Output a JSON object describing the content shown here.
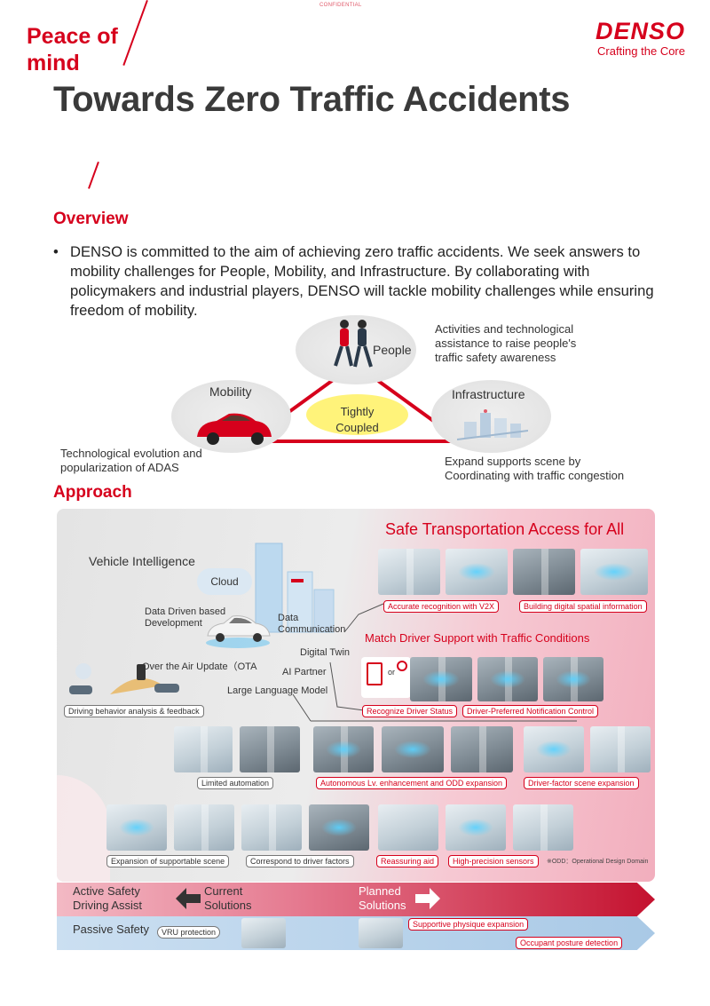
{
  "header": {
    "confidential": "CONFIDENTIAL",
    "peace_of_mind": "Peace of\nmind",
    "brand": "DENSO",
    "tagline": "Crafting the Core",
    "title": "Towards Zero Traffic Accidents"
  },
  "overview": {
    "heading": "Overview",
    "text": "DENSO is committed to the aim of achieving zero traffic accidents. We seek answers to mobility challenges for People, Mobility, and Infrastructure. By collaborating with policymakers and industrial players, DENSO will tackle mobility challenges while ensuring freedom of mobility."
  },
  "triangle": {
    "people": "People",
    "mobility": "Mobility",
    "infrastructure": "Infrastructure",
    "center_line1": "Tightly",
    "center_line2": "Coupled",
    "people_desc": "Activities and technological assistance to raise people's traffic safety awareness",
    "mobility_desc": "Technological evolution and popularization of ADAS",
    "infra_desc": "Expand supports scene by Coordinating with traffic congestion"
  },
  "approach": {
    "heading": "Approach",
    "safe_title": "Safe Transportation Access for All",
    "match_title": "Match Driver Support with Traffic Conditions",
    "vehicle_intelligence": "Vehicle Intelligence",
    "cloud": "Cloud",
    "data_driven": "Data Driven based Development",
    "data_comm": "Data Communication",
    "digital_twin": "Digital Twin",
    "ota": "Over the Air Update（OTA",
    "ai_partner": "AI Partner",
    "llm": "Large Language Model",
    "ota_note": "or",
    "labels": {
      "v2x": "Accurate recognition with V2X",
      "digital_spatial": "Building digital spatial information",
      "driving_behavior": "Driving behavior analysis & feedback",
      "recognize_status": "Recognize Driver Status",
      "preferred_notif": "Driver-Preferred Notification Control",
      "limited_auto": "Limited automation",
      "autonomous": "Autonomous Lv. enhancement and ODD expansion",
      "driver_factor": "Driver-factor scene expansion",
      "expansion_scene": "Expansion of supportable scene",
      "correspond": "Correspond to driver factors",
      "reassuring": "Reassuring aid",
      "high_precision": "High-precision sensors",
      "odd_note": "※ODD：Operational Design Domain"
    }
  },
  "bands": {
    "active1": "Active Safety",
    "active2": "Driving Assist",
    "current1": "Current",
    "current2": "Solutions",
    "planned1": "Planned",
    "planned2": "Solutions",
    "passive": "Passive Safety",
    "vru": "VRU protection",
    "supportive": "Supportive physique expansion",
    "occupant": "Occupant posture detection"
  },
  "colors": {
    "brand_red": "#d6001c",
    "highlight_yellow": "#fff37a",
    "panel_pink": "#f2aebd",
    "passive_blue": "#a9c9e6"
  }
}
